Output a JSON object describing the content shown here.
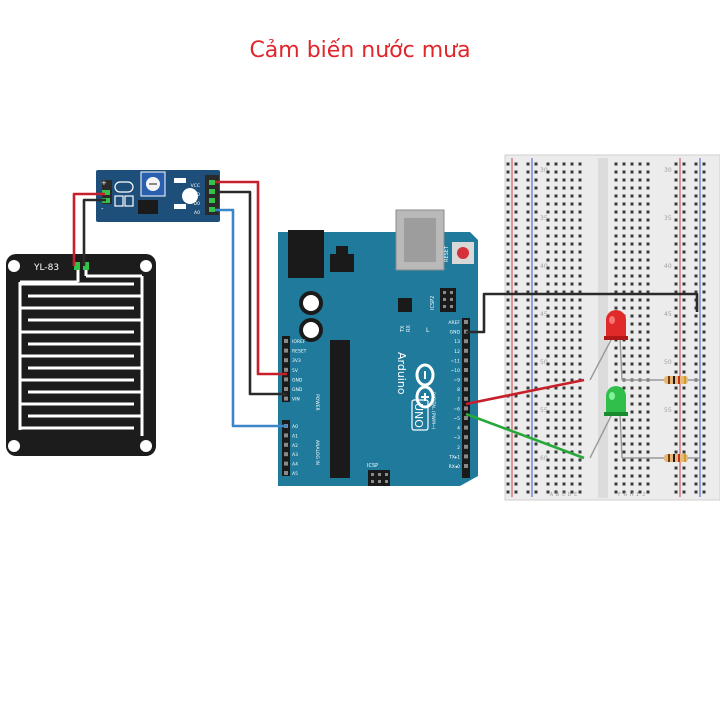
{
  "title": "Cảm biến nước mưa",
  "rain_plate": {
    "label": "YL-83"
  },
  "sensor_module": {
    "pin_labels": [
      "A0",
      "D0",
      "GND",
      "VCC"
    ]
  },
  "arduino": {
    "brand": "Arduino",
    "model": "UNO",
    "reset_label": "RESET",
    "icsp_label": "ICSP",
    "icsp2_label": "ICSP2",
    "power_header_label": "POWER",
    "analog_header_label": "ANALOG IN",
    "digital_header_label": "DIGITAL (PWM~)",
    "tx_label": "TX",
    "rx_label": "RX",
    "l_label": "L",
    "power_pins": [
      "IOREF",
      "RESET",
      "3V3",
      "5V",
      "GND",
      "GND",
      "VIN"
    ],
    "analog_pins": [
      "A0",
      "A1",
      "A2",
      "A3",
      "A4",
      "A5"
    ],
    "digital_pins": [
      "AREF",
      "GND",
      "13",
      "12",
      "~11",
      "~10",
      "~9",
      "8",
      "7",
      "~6",
      "~5",
      "4",
      "~3",
      "2",
      "TX▸1",
      "RX◂0"
    ]
  },
  "breadboard": {
    "row_numbers": [
      "30",
      "35",
      "40",
      "45",
      "50",
      "55",
      "60"
    ],
    "col_letters_left": "A B C D E",
    "col_letters_right": "F G H I J"
  },
  "colors": {
    "board": "#1f7a9c",
    "wire_red": "#c8202a",
    "wire_black": "#2a2a2a",
    "wire_blue": "#3a86c8",
    "wire_green": "#28a83a",
    "led_red": "#e02a2a",
    "led_green": "#2fbf4a",
    "title": "#e0262b"
  }
}
